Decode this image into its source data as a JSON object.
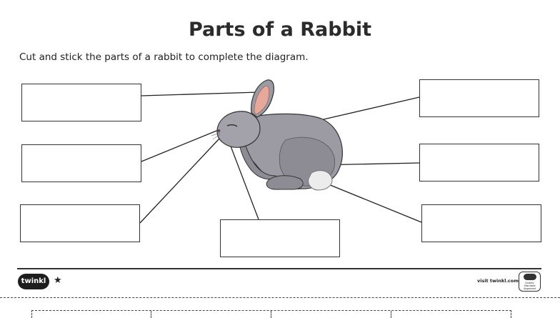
{
  "worksheet": {
    "title": "Parts of a Rabbit",
    "instruction": "Cut and stick the parts of a rabbit to complete the diagram."
  },
  "label_boxes": [
    {
      "id": "top-left",
      "text": ""
    },
    {
      "id": "middle-left",
      "text": ""
    },
    {
      "id": "bottom-left",
      "text": ""
    },
    {
      "id": "bottom-center",
      "text": ""
    },
    {
      "id": "top-right",
      "text": ""
    },
    {
      "id": "middle-right",
      "text": ""
    },
    {
      "id": "bottom-right",
      "text": ""
    }
  ],
  "footer": {
    "logo_text": "twinkl",
    "visit_text": "visit twinkl.com",
    "badge_text": "Quality Standard Approved"
  },
  "colors": {
    "rabbit_fur": "#9c9aa3",
    "ear_inner": "#e5a89a",
    "tail": "#ececec",
    "text": "#2b2b2b"
  }
}
